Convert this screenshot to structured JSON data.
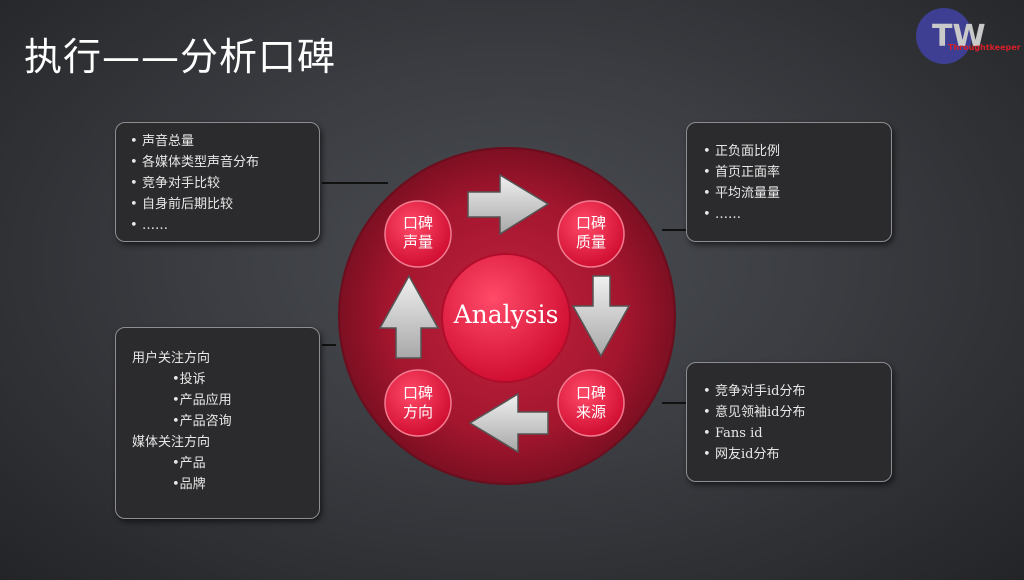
{
  "title": "执行——分析口碑",
  "logo": {
    "text": "Throughtkeeper",
    "letters": "TW"
  },
  "center": "Analysis",
  "nodes": {
    "top_left": [
      "口碑",
      "声量"
    ],
    "top_right": [
      "口碑",
      "质量"
    ],
    "bottom_right": [
      "口碑",
      "来源"
    ],
    "bottom_left": [
      "口碑",
      "方向"
    ]
  },
  "box_top_left": [
    "声音总量",
    "各媒体类型声音分布",
    "竞争对手比较",
    "自身前后期比较",
    "……"
  ],
  "box_top_right": [
    "正负面比例",
    "首页正面率",
    "平均流量量",
    "……"
  ],
  "box_bottom_left": {
    "heading1": "用户关注方向",
    "items1": [
      "•投诉",
      "•产品应用",
      "•产品咨询"
    ],
    "heading2": "媒体关注方向",
    "items2": [
      "•产品",
      "•品牌"
    ]
  },
  "box_bottom_right": [
    "竞争对手id分布",
    "意见领袖id分布",
    "Fans id",
    "网友id分布"
  ],
  "colors": {
    "ring": "#a3162e",
    "node": "#e8133a",
    "arrow": "#c9c9c9",
    "background": "#3a3c41"
  }
}
